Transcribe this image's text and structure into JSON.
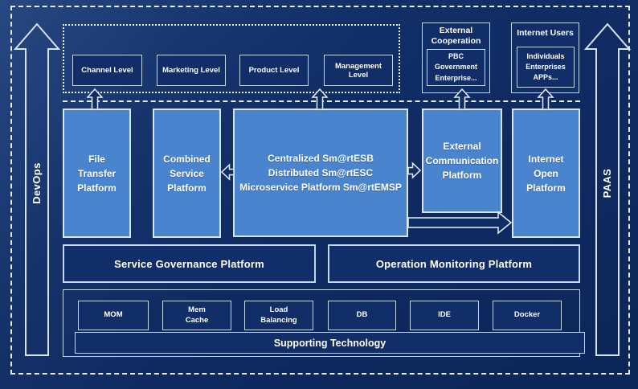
{
  "colors": {
    "background": "#102c64",
    "panel_fill": "#122e68",
    "platform_fill": "#4a84cf",
    "light_border": "#c3d8ef",
    "dashed_border": "#e6eefa",
    "text": "#ffffff"
  },
  "rails": {
    "devops": "DevOps",
    "paas": "PAAS"
  },
  "levels": {
    "items": [
      "Channel Level",
      "Marketing Level",
      "Product Level",
      "Management Level"
    ]
  },
  "external_cooperation": {
    "title": "External\nCooperation",
    "members": "PBC Government\nEnterprise..."
  },
  "internet_users": {
    "title": "Internet Users",
    "members": "Individuals\nEnterprises\nAPPs..."
  },
  "platforms": {
    "file_transfer": "File\nTransfer\nPlatform",
    "combined_service": "Combined\nService\nPlatform",
    "central": "Centralized Sm@rtESB\nDistributed Sm@rtESC\nMicroservice Platform Sm@rtEMSP",
    "external_communication": "External\nCommunication\nPlatform",
    "internet_open": "Internet\nOpen\nPlatform"
  },
  "governance": {
    "service_governance": "Service Governance Platform",
    "operation_monitoring": "Operation Monitoring Platform"
  },
  "supporting": {
    "technologies": [
      "MOM",
      "Mem\nCache",
      "Load\nBalancing",
      "DB",
      "IDE",
      "Docker"
    ],
    "bar": "Supporting Technology"
  }
}
